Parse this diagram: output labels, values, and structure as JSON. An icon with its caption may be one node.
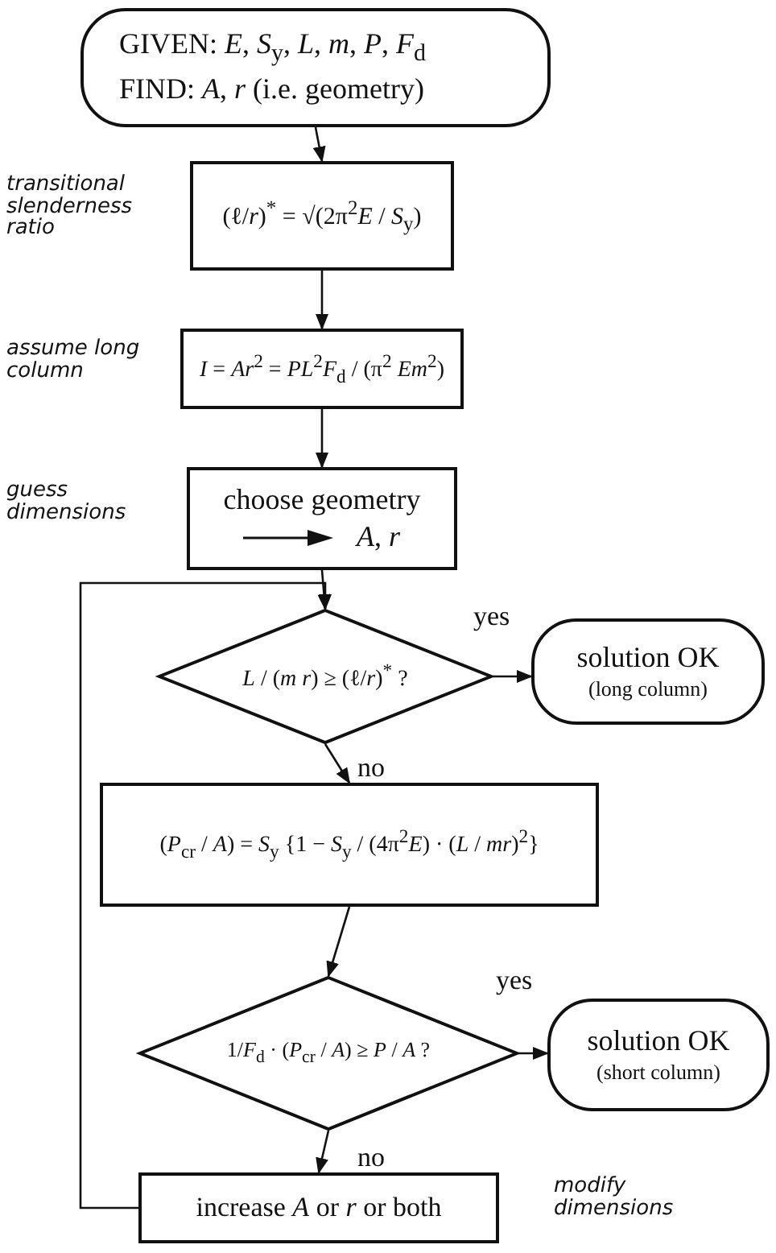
{
  "diagram": {
    "nodes": [
      {
        "text": [
          "GIVEN: *E*, *S*$_{y}$, *L*, *m*, *P*, *F*$_{d}$",
          "FIND: *A*, *r* (i.e. geometry)"
        ]
      },
      {
        "text": [
          "(ℓ/*r*)$^{*}$ = √(2π$^{2}$*E* / *S*$_{y}$)"
        ],
        "beside": [
          "transitional slenderness ratio"
        ]
      },
      {
        "text": [
          "*I* = *Ar*$^{2}$ = *PL*$^{2}$*F*$_{d}$ / (π$^{2}$ *Em*$^{2}$)"
        ],
        "beside": [
          "assume long column"
        ]
      },
      {
        "text": [
          "choose geometry",
          "*A*, *r*"
        ],
        "beside": [
          "guess dimensions"
        ]
      },
      {
        "text": [
          "*L* / (*m r*) ≥ (ℓ/*r*)$^{*}$ ?"
        ]
      },
      {
        "text": [
          "solution OK",
          "(long column)"
        ]
      },
      {
        "text": [
          "(*P*$_{cr}$ / *A*) = *S*$_{y}$ {1 − *S*$_{y}$ / (4π$^{2}$*E*) · (*L* / *mr*)$^{2}$}"
        ]
      },
      {
        "text": [
          "1/*F*$_{d}$ · (*P*$_{cr}$ / *A*) ≥ *P* / *A* ?"
        ]
      },
      {
        "text": [
          "solution OK",
          "(short column)"
        ]
      },
      {
        "text": [
          "increase *A* or *r* or both"
        ],
        "beside": [
          "modify dimensions"
        ]
      }
    ],
    "edges": [
      {
        "from": 0,
        "to": 1,
        "arrow": "to"
      },
      {
        "from": 1,
        "to": 2,
        "arrow": "to"
      },
      {
        "from": 2,
        "to": 3,
        "arrow": "to"
      },
      {
        "from": 3,
        "to": 4,
        "arrow": "to"
      },
      {
        "from": 4,
        "to": 5,
        "arrow": "to",
        "label": "yes"
      },
      {
        "from": 4,
        "to": 6,
        "arrow": "to",
        "label": "no"
      },
      {
        "from": 6,
        "to": 7,
        "arrow": "to"
      },
      {
        "from": 7,
        "to": 8,
        "arrow": "to",
        "label": "yes"
      },
      {
        "from": 7,
        "to": 9,
        "arrow": "to",
        "label": "no"
      },
      {
        "from": 9,
        "to": 4,
        "arrow": "to"
      }
    ]
  }
}
